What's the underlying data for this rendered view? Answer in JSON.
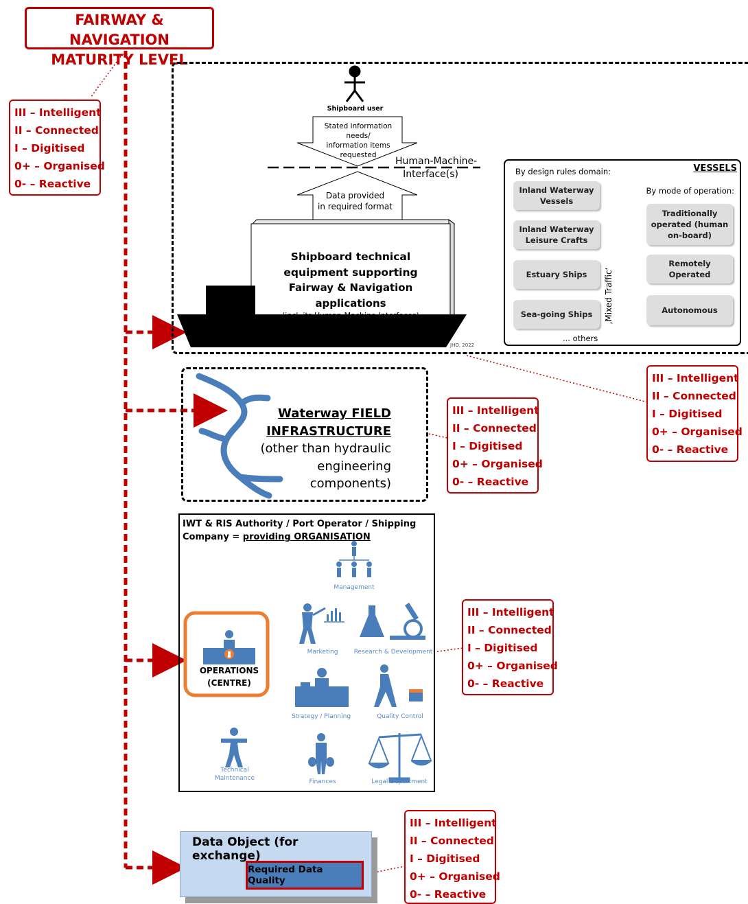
{
  "title": {
    "line1": "FAIRWAY & NAVIGATION",
    "line2": "MATURITY LEVEL"
  },
  "maturity_levels": [
    "III – Intelligent",
    "II – Connected",
    "I – Digitised",
    "0+ – Organised",
    "0- – Reactive"
  ],
  "shipboard": {
    "user_label": "Shipboard user",
    "info_needs": [
      "Stated information",
      "needs/",
      "information items",
      "requested"
    ],
    "hmi_label": [
      "Human-Machine-",
      "Interface(s)"
    ],
    "data_provided": [
      "Data provided",
      "in required format"
    ],
    "equipment_title": [
      "Shipboard technical",
      "equipment supporting",
      "Fairway & Navigation applications"
    ],
    "equipment_sub": "(incl. its Human-Machine-Interfaces)",
    "credit": "JHO, 2022"
  },
  "vessels": {
    "heading": "VESSELS",
    "design_label": "By design rules domain:",
    "mode_label": "By mode of operation:",
    "design_items": [
      "Inland Waterway Vessels",
      "Inland Waterway Leisure Crafts",
      "Estuary Ships",
      "Sea-going Ships"
    ],
    "mode_items": [
      "Traditionally operated (human on-board)",
      "Remotely Operated",
      "Autonomous"
    ],
    "mixed_traffic": "‚Mixed Traffic‘",
    "others": "... others"
  },
  "infrastructure": {
    "title1": "Waterway FIELD",
    "title2": "INFRASTRUCTURE",
    "desc": [
      "(other than hydraulic",
      "engineering",
      "components)"
    ]
  },
  "organisation": {
    "heading1": "IWT & RIS Authority / Port Operator / Shipping",
    "heading2_prefix": "Company = ",
    "heading2_link": "providing ORGANISATION",
    "operations": [
      "OPERATIONS",
      "(CENTRE)"
    ],
    "units": [
      "Management",
      "Marketing",
      "Research & Development",
      "Strategy / Planning",
      "Quality Control",
      "Technical",
      "Maintenance",
      "Finances",
      "Legal Department"
    ]
  },
  "data_object": {
    "title": "Data Object (for exchange)",
    "quality": "Required Data Quality"
  },
  "colors": {
    "accent_red": "#c00000",
    "icon_blue": "#4a7ebb",
    "operations_orange": "#ed7d31",
    "data_box": "#c5d9f1"
  }
}
